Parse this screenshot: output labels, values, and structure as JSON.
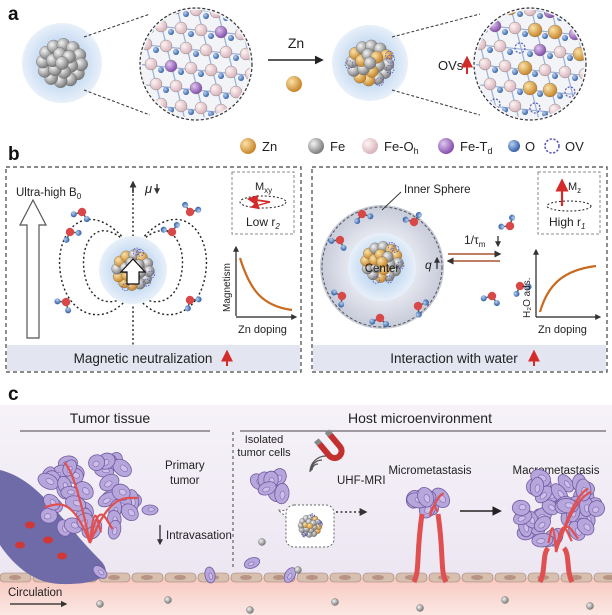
{
  "panels": {
    "a": "a",
    "b": "b",
    "c": "c"
  },
  "panel_a": {
    "reagent": "Zn",
    "ovs_label": "OVs"
  },
  "legend": {
    "items": [
      {
        "label": "Zn",
        "color": "#e8a840"
      },
      {
        "label": "Fe",
        "color": "#9a9a9a"
      },
      {
        "label": "Fe-O",
        "sub": "h",
        "color": "#f2d4d8"
      },
      {
        "label": "Fe-T",
        "sub": "d",
        "color": "#a070c0"
      },
      {
        "label": "O",
        "color": "#4a7cc0"
      },
      {
        "label": "OV",
        "color": "#6a6ac8"
      }
    ]
  },
  "panel_b_left": {
    "field_label": "Ultra-high B",
    "field_sub": "0",
    "mu": "μ",
    "mxy": "M",
    "mxy_sub": "xy",
    "relax_text": "Low r",
    "relax_sub": "2",
    "ylabel": "Magnetism",
    "xlabel": "Zn doping",
    "footer": "Magnetic neutralization"
  },
  "panel_b_right": {
    "inner_sphere": "Inner Sphere",
    "center": "Center",
    "q": "q",
    "tau": "1/τ",
    "tau_sub": "m",
    "mz": "M",
    "mz_sub": "z",
    "relax_text": "High r",
    "relax_sub": "1",
    "ylabel": "H₂O ads.",
    "xlabel": "Zn doping",
    "footer": "Interaction with water"
  },
  "panel_c": {
    "tumor_title": "Tumor tissue",
    "host_title": "Host microenvironment",
    "primary": "Primary tumor",
    "primary_l1": "Primary",
    "primary_l2": "tumor",
    "intravasation": "Intravasation",
    "circulation": "Circulation",
    "isolated_l1": "Isolated",
    "isolated_l2": "tumor cells",
    "mri": "UHF-MRI",
    "micro": "Micrometastasis",
    "macro": "Macrometastasis"
  },
  "colors": {
    "accent_red": "#d42a2a",
    "footer_bg": "#e3e6f0",
    "cell": "#b7a6dc",
    "vessel": "#e65050",
    "bg_panel_c": "#f2f0f6"
  }
}
